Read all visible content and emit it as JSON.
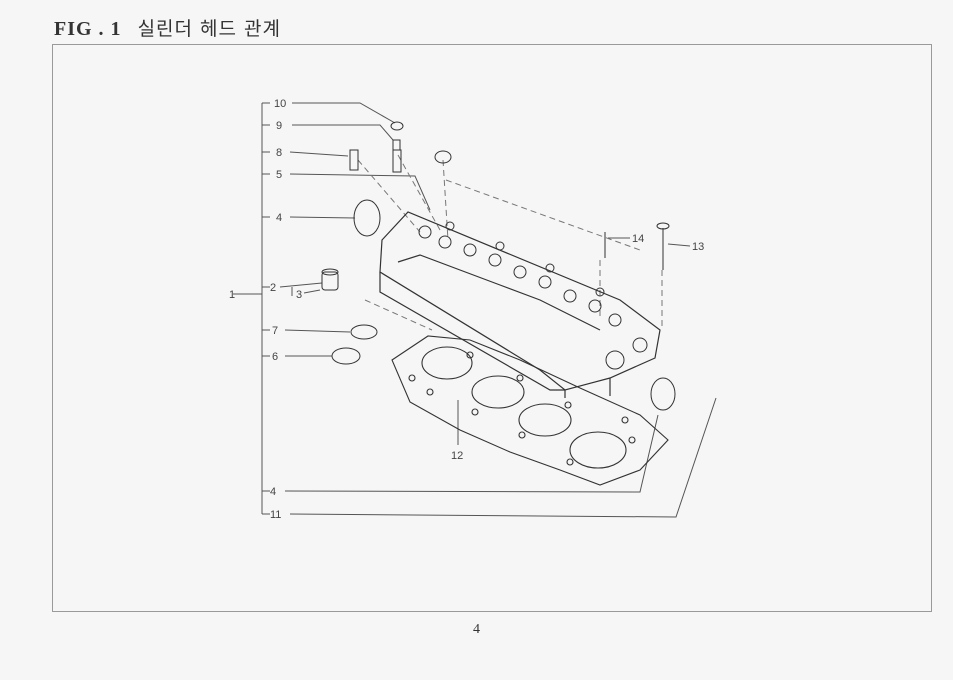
{
  "figure": {
    "label": "FIG . 1",
    "title": "실린더 헤드 관계"
  },
  "callouts": {
    "c1": "1",
    "c2": "2",
    "c3": "3",
    "c4a": "4",
    "c4b": "4",
    "c5": "5",
    "c6": "6",
    "c7": "7",
    "c8": "8",
    "c9": "9",
    "c10": "10",
    "c11": "11",
    "c12": "12",
    "c13": "13",
    "c14": "14"
  },
  "page_number": "4"
}
